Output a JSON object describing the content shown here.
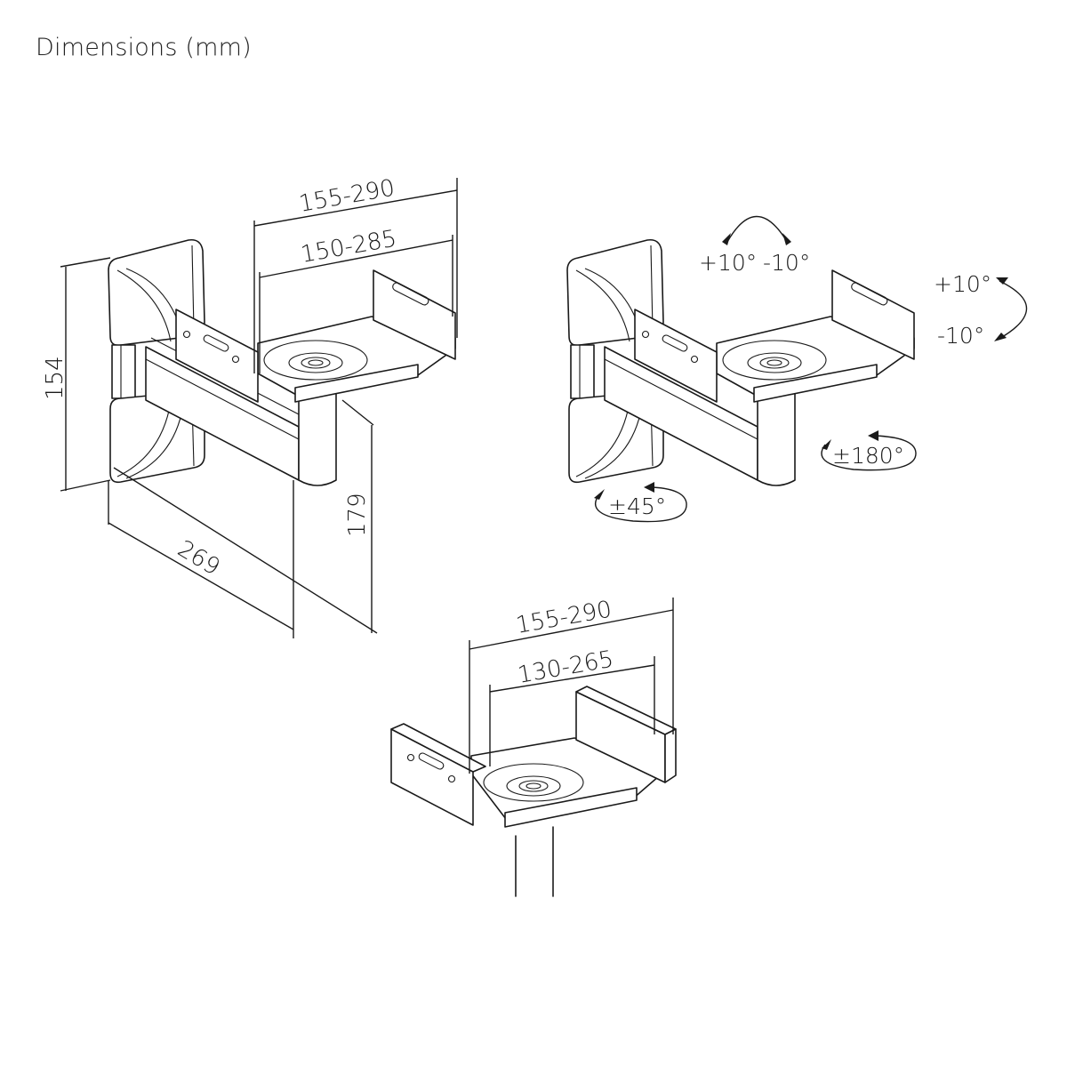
{
  "title": "Dimensions (mm)",
  "views": {
    "side_view": {
      "dims": {
        "outer_width": "155-290",
        "inner_width": "150-285",
        "height": "154",
        "depth": "269",
        "arm_height": "179"
      }
    },
    "adjustment_view": {
      "angles": {
        "tilt_top_plus": "+10°",
        "tilt_top_minus": "-10°",
        "tilt_side_plus": "+10°",
        "tilt_side_minus": "-10°",
        "swivel_platform": "±180°",
        "swivel_wall": "±45°"
      }
    },
    "platform_view": {
      "dims": {
        "outer_width": "155-290",
        "inner_width": "130-265"
      }
    }
  },
  "colors": {
    "line": "#1a1a1a",
    "background": "#ffffff"
  }
}
